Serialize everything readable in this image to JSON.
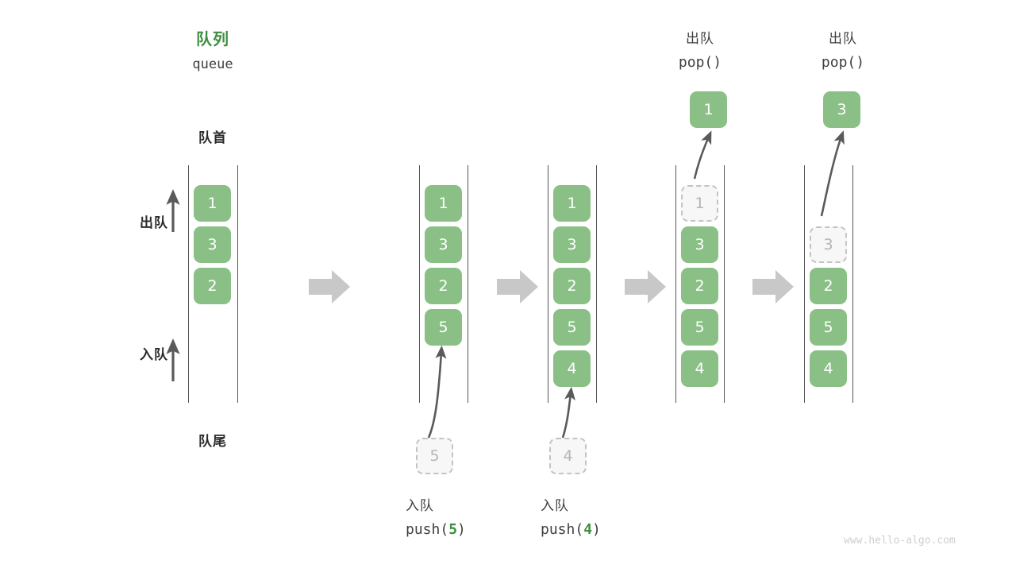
{
  "diagram": {
    "title_cn": "队列",
    "title_en": "queue",
    "head_label": "队首",
    "tail_label": "队尾",
    "dequeue_arrow_label": "出队",
    "enqueue_arrow_label": "入队",
    "watermark": "www.hello-algo.com",
    "colors": {
      "element_fill": "#8ac086",
      "element_text": "#ffffff",
      "ghost_fill": "#f7f7f7",
      "ghost_border": "#c3c3c3",
      "ghost_text": "#b4b4b4",
      "rail": "#555555",
      "accent_green": "#3e8e41",
      "flow_arrow": "#c8c8c8",
      "thin_arrow": "#5a5a5a",
      "watermark": "#cfcfcf"
    }
  },
  "steps": [
    {
      "id": "initial",
      "caption_cn": "",
      "caption_code": "",
      "header_cn": "",
      "header_code": "",
      "items": [
        "1",
        "3",
        "2"
      ],
      "ghost_index": -1,
      "floating_value": "",
      "incoming_value": ""
    },
    {
      "id": "push-5",
      "caption_cn": "入队",
      "caption_code": "push(5)",
      "caption_code_prefix": "push(",
      "caption_code_num": "5",
      "caption_code_suffix": ")",
      "header_cn": "",
      "header_code": "",
      "items": [
        "1",
        "3",
        "2",
        "5"
      ],
      "ghost_index": -1,
      "floating_value": "",
      "incoming_value": "5"
    },
    {
      "id": "push-4",
      "caption_cn": "入队",
      "caption_code": "push(4)",
      "caption_code_prefix": "push(",
      "caption_code_num": "4",
      "caption_code_suffix": ")",
      "header_cn": "",
      "header_code": "",
      "items": [
        "1",
        "3",
        "2",
        "5",
        "4"
      ],
      "ghost_index": -1,
      "floating_value": "",
      "incoming_value": "4"
    },
    {
      "id": "pop-1",
      "caption_cn": "",
      "caption_code": "",
      "header_cn": "出队",
      "header_code": "pop()",
      "items": [
        "1",
        "3",
        "2",
        "5",
        "4"
      ],
      "ghost_index": 0,
      "floating_value": "1",
      "incoming_value": ""
    },
    {
      "id": "pop-3",
      "caption_cn": "",
      "caption_code": "",
      "header_cn": "出队",
      "header_code": "pop()",
      "items": [
        "3",
        "2",
        "5",
        "4"
      ],
      "ghost_index": 0,
      "floating_value": "3",
      "incoming_value": ""
    }
  ]
}
